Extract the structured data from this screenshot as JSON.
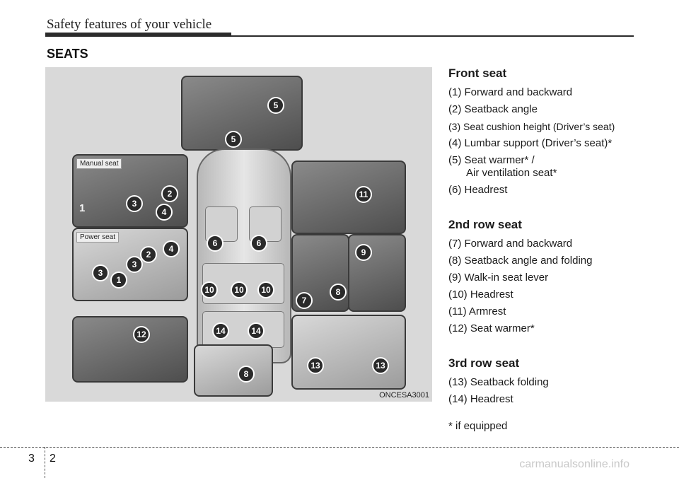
{
  "header": {
    "title": "Safety features of your vehicle"
  },
  "section": {
    "title": "SEATS"
  },
  "figure": {
    "code": "ONCESA3001",
    "labels": {
      "manual_seat": "Manual seat",
      "power_seat": "Power seat"
    },
    "callouts": [
      "1",
      "2",
      "3",
      "4",
      "5",
      "6",
      "7",
      "8",
      "9",
      "10",
      "11",
      "12",
      "13",
      "14"
    ]
  },
  "front_seat": {
    "title": "Front seat",
    "items": [
      "(1) Forward and backward",
      "(2) Seatback angle",
      "(3) Seat cushion height (Driver’s seat)",
      "(4) Lumbar support (Driver’s seat)*",
      "(5) Seat warmer* /",
      "Air ventilation seat*",
      "(6) Headrest"
    ]
  },
  "second_row": {
    "title": "2nd row seat",
    "items": [
      "(7) Forward and backward",
      "(8) Seatback angle and folding",
      "(9) Walk-in seat lever",
      "(10) Headrest",
      "(11) Armrest",
      "(12) Seat warmer*"
    ]
  },
  "third_row": {
    "title": "3rd row seat",
    "items": [
      "(13) Seatback folding",
      "(14) Headrest"
    ]
  },
  "footnote": "* if equipped",
  "footer": {
    "section_number": "3",
    "page_number": "2",
    "watermark": "carmanualsonline.info"
  }
}
